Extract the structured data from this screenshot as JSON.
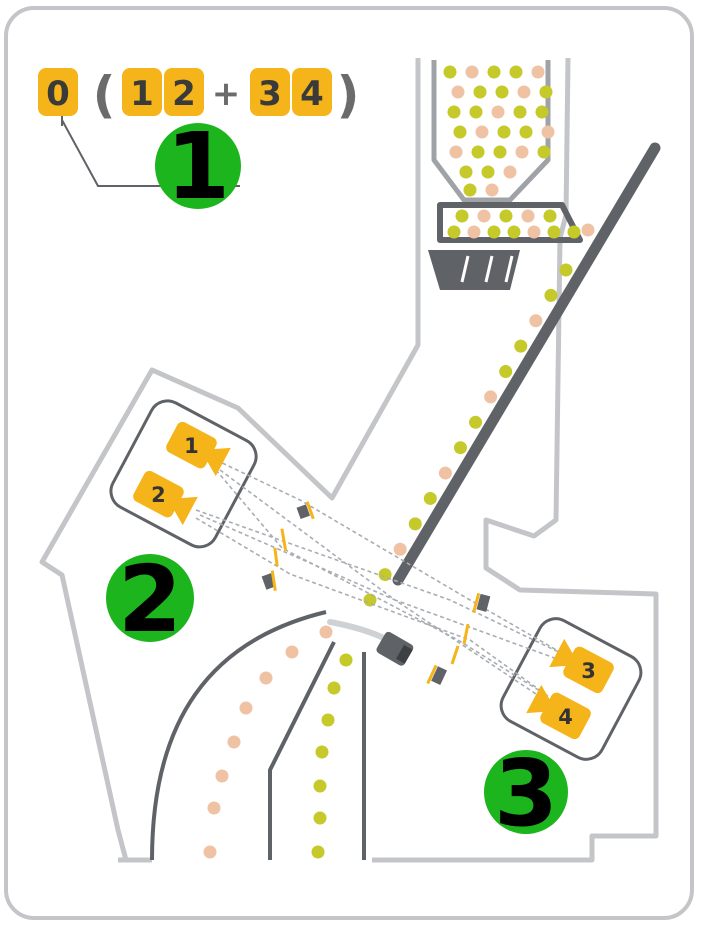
{
  "colors": {
    "frame": "#c3c5c8",
    "wall": "#9fa3a8",
    "dark": "#5f6368",
    "yellow": "#f4b41a",
    "green_particle": "#c5c92a",
    "peach_particle": "#f0c2a4",
    "badge": "#1db51d",
    "beam": "#a9adb2"
  },
  "formula": {
    "first": "0",
    "open": "(",
    "a": "1",
    "b": "2",
    "plus": "+",
    "c": "3",
    "d": "4",
    "close": ")"
  },
  "badges": [
    "1",
    "2",
    "3"
  ],
  "cameras": [
    "1",
    "2",
    "3",
    "4"
  ]
}
